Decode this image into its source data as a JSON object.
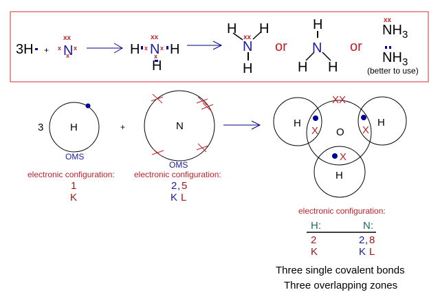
{
  "equation": {
    "reactant_h": "3H",
    "plus": "+",
    "nitrogen": "N",
    "lewis_h_left": "H",
    "lewis_n": "N",
    "lewis_h_right": "H",
    "lewis_h_bottom": "H",
    "struct1": {
      "n": "N",
      "h_tl": "H",
      "h_tr": "H",
      "h_b": "H",
      "lone_pair": "xx"
    },
    "or1": "or",
    "struct2": {
      "n": "N",
      "h_t": "H",
      "h_bl": "H",
      "h_br": "H"
    },
    "or2": "or",
    "formula1": {
      "main": "NH",
      "sub": "3",
      "lone_pair": "xx"
    },
    "formula2": {
      "main": "NH",
      "sub": "3",
      "note": "(better to use)"
    },
    "electron_mark": "x",
    "pair_mark": "xx"
  },
  "models": {
    "coef": "3",
    "hydrogen": {
      "symbol": "H",
      "label": "OMS",
      "config_title": "electronic configuration:",
      "config_values": "1",
      "config_shells": "K"
    },
    "plus": "+",
    "nitrogen": {
      "symbol": "N",
      "label": "OMS",
      "config_title": "electronic configuration:",
      "config_k": "2",
      "config_comma": ",",
      "config_l": "5",
      "shell_k": "K",
      "shell_l": "L"
    },
    "molecule": {
      "center": "O",
      "h_left": "H",
      "h_right": "H",
      "h_bottom": "H",
      "cross": "X",
      "pair": "XX"
    }
  },
  "result": {
    "config_title": "electronic configuration:",
    "h_header": "H:",
    "n_header": "N:",
    "h_value": "2",
    "h_shell": "K",
    "n_k": "2",
    "n_comma": ",",
    "n_l": "8",
    "n_shell_k": "K",
    "n_shell_l": "L",
    "line1": "Three single covalent bonds",
    "line2": "Three overlapping zones"
  },
  "colors": {
    "frame": "#d02a30",
    "arrow": "#000080",
    "electron_dot": "#000099",
    "cross": "#c0202a"
  }
}
